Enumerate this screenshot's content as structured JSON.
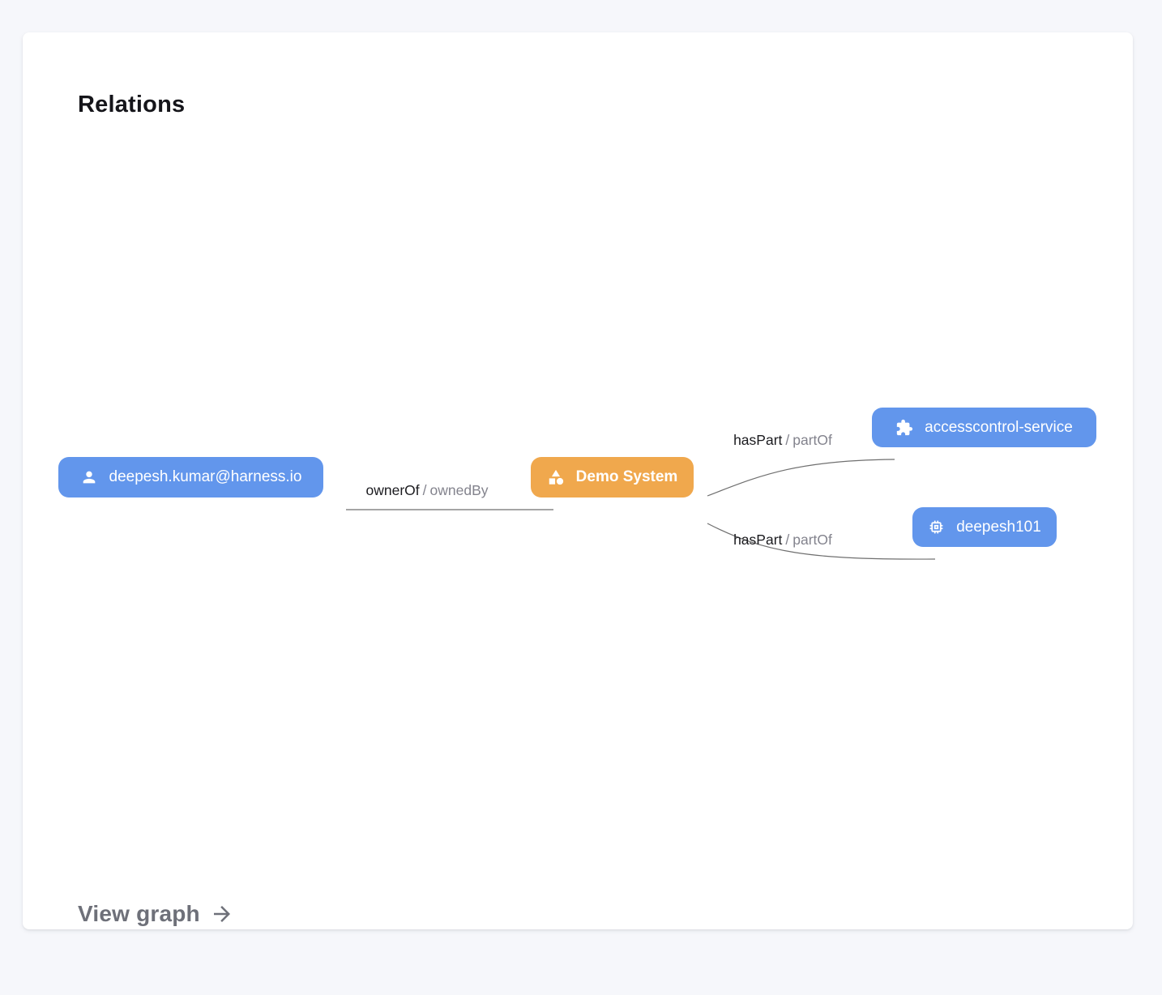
{
  "page": {
    "title": "Relations",
    "footer": {
      "link_label": "View graph"
    }
  },
  "graph": {
    "nodes": [
      {
        "id": "user",
        "label": "deepesh.kumar@harness.io",
        "icon": "person-icon",
        "color": "#6296EC"
      },
      {
        "id": "demo-system",
        "label": "Demo System",
        "icon": "category-icon",
        "color": "#F0A84D"
      },
      {
        "id": "accesscontrol-service",
        "label": "accesscontrol-service",
        "icon": "puzzle-icon",
        "color": "#6296EC"
      },
      {
        "id": "deepesh101",
        "label": "deepesh101",
        "icon": "chip-icon",
        "color": "#6296EC"
      }
    ],
    "edges": [
      {
        "from": "deepesh.kumar@harness.io",
        "to": "Demo System",
        "relation": "ownerOf",
        "separator": "/",
        "inverse": "ownedBy"
      },
      {
        "from": "Demo System",
        "to": "accesscontrol-service",
        "relation": "hasPart",
        "separator": "/",
        "inverse": "partOf"
      },
      {
        "from": "Demo System",
        "to": "deepesh101",
        "relation": "hasPart",
        "separator": "/",
        "inverse": "partOf"
      }
    ]
  },
  "colors": {
    "node_blue": "#6296EC",
    "node_orange": "#F0A84D",
    "edge_line": "#6F6F6F",
    "relation_text": "#1B1B1F",
    "inverse_text": "#83838D",
    "footer_link": "#6E7079",
    "page_background": "#F6F7FB",
    "card_background": "#FFFFFF"
  }
}
